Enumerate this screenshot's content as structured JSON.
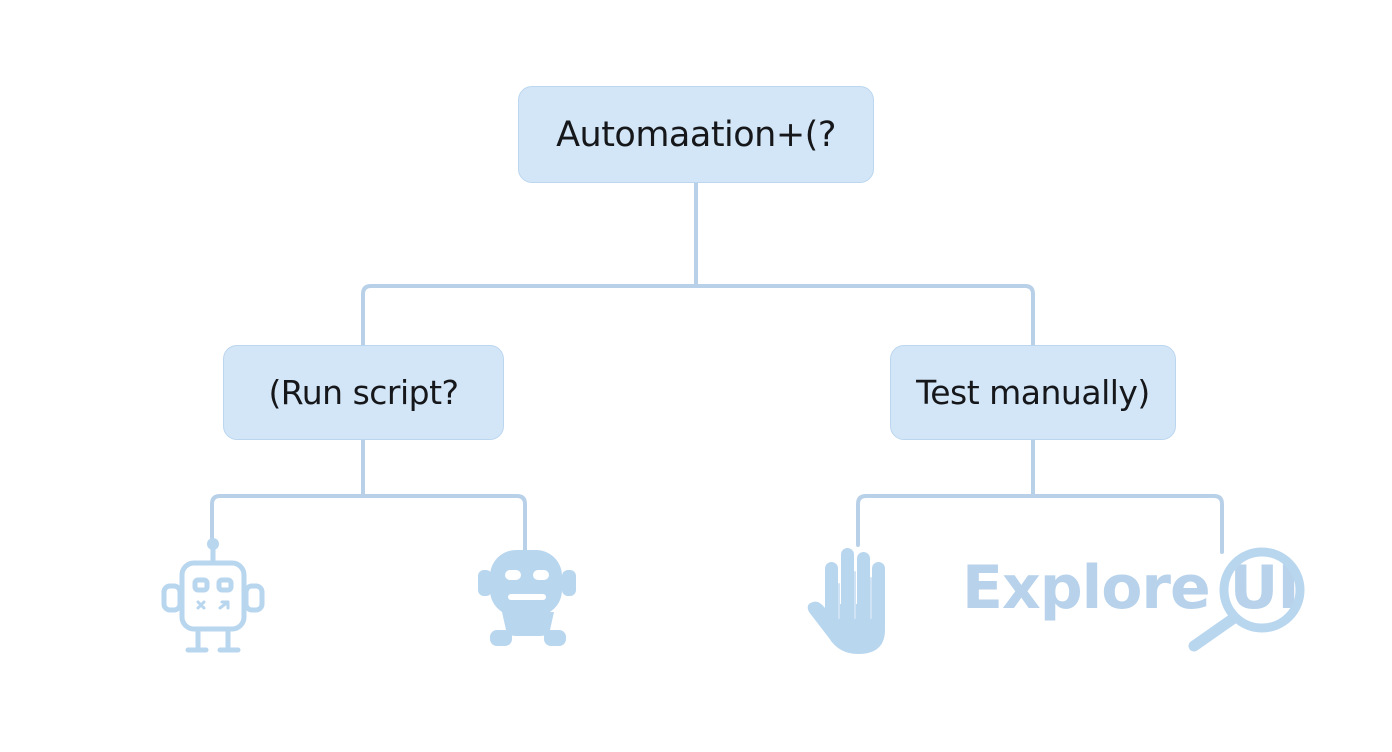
{
  "diagram": {
    "root": {
      "label": "Automaation+(?"
    },
    "branches": [
      {
        "label": "(Run script?",
        "leaves": [
          {
            "icon": "robot-square-icon"
          },
          {
            "icon": "robot-round-icon"
          }
        ]
      },
      {
        "label": "Test manually)",
        "leaves": [
          {
            "icon": "hand-icon"
          },
          {
            "icon": "magnifier-icon",
            "label": "Explore UI"
          }
        ]
      }
    ],
    "colors": {
      "node_fill": "#d3e6f7",
      "node_border": "#bcd6ef",
      "connector": "#b9d1e8",
      "icon": "#b9d6ef",
      "node_text": "#15171a"
    }
  }
}
